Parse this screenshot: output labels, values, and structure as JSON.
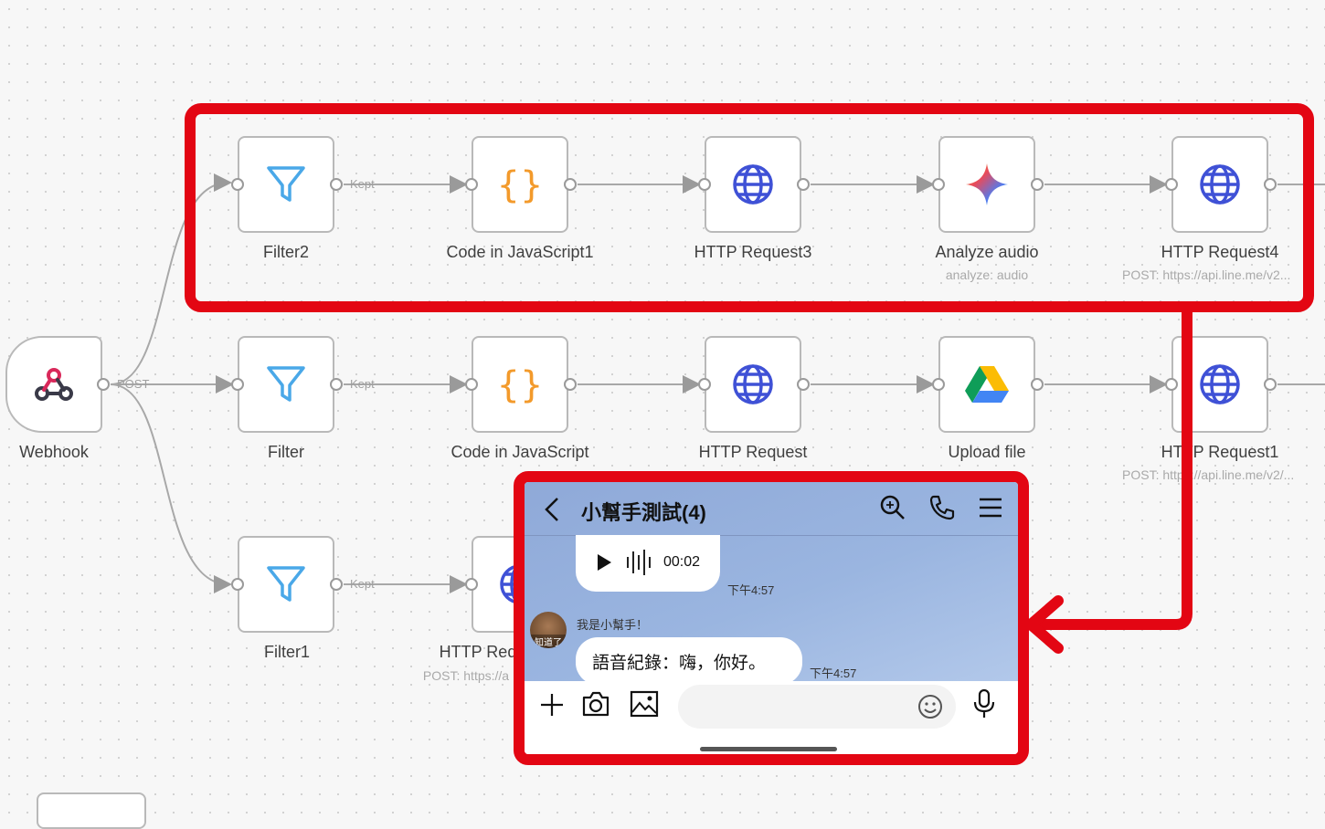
{
  "workflow": {
    "trigger": {
      "label": "Webhook",
      "output_label": "POST"
    },
    "rows": [
      {
        "nodes": [
          {
            "label": "Filter2",
            "icon": "filter-icon",
            "sub": ""
          },
          {
            "label": "Code in JavaScript1",
            "icon": "code-braces-icon",
            "sub": ""
          },
          {
            "label": "HTTP Request3",
            "icon": "globe-icon",
            "sub": ""
          },
          {
            "label": "Analyze audio",
            "icon": "gemini-sparkle-icon",
            "sub": "analyze: audio"
          },
          {
            "label": "HTTP Request4",
            "icon": "globe-icon",
            "sub": "POST: https://api.line.me/v2..."
          }
        ],
        "filter_output_label": "Kept"
      },
      {
        "nodes": [
          {
            "label": "Filter",
            "icon": "filter-icon",
            "sub": ""
          },
          {
            "label": "Code in JavaScript",
            "icon": "code-braces-icon",
            "sub": ""
          },
          {
            "label": "HTTP Request",
            "icon": "globe-icon",
            "sub": ""
          },
          {
            "label": "Upload file",
            "icon": "google-drive-icon",
            "sub": ""
          },
          {
            "label": "HTTP Request1",
            "icon": "globe-icon",
            "sub": "POST: https://api.line.me/v2/..."
          }
        ],
        "filter_output_label": "Kept"
      },
      {
        "nodes": [
          {
            "label": "Filter1",
            "icon": "filter-icon",
            "sub": ""
          },
          {
            "label": "HTTP Request",
            "icon": "globe-icon",
            "sub": "POST: https://a"
          }
        ],
        "filter_output_label": "Kept"
      }
    ]
  },
  "chat": {
    "title": "小幫手測試(4)",
    "messages": [
      {
        "type": "voice",
        "duration": "00:02",
        "time": "下午4:57"
      },
      {
        "type": "text",
        "sender": "我是小幫手！",
        "avatar_text": "知道了",
        "text": "語音紀錄：嗨，你好。",
        "time": "下午4:57"
      }
    ],
    "input_placeholder": ""
  },
  "colors": {
    "highlight": "#e30613",
    "accent_blue": "#3f51d6",
    "code_orange": "#f39a2b",
    "filter_blue": "#4aa8e8"
  }
}
